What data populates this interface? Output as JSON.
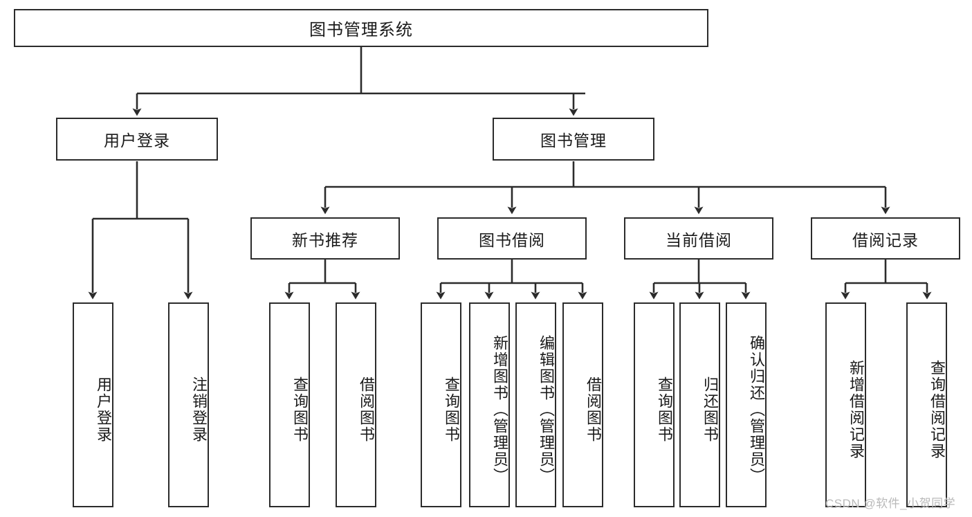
{
  "diagram": {
    "title": "图书管理系统",
    "type": "tree-hierarchy",
    "root": {
      "label": "图书管理系统"
    },
    "level2": [
      {
        "label": "用户登录"
      },
      {
        "label": "图书管理"
      }
    ],
    "level3": [
      {
        "label": "新书推荐"
      },
      {
        "label": "图书借阅"
      },
      {
        "label": "当前借阅"
      },
      {
        "label": "借阅记录"
      }
    ],
    "leaves": [
      {
        "label": "用户登录",
        "parent": "用户登录"
      },
      {
        "label": "注销登录",
        "parent": "用户登录"
      },
      {
        "label": "查询图书",
        "parent": "新书推荐"
      },
      {
        "label": "借阅图书",
        "parent": "新书推荐"
      },
      {
        "label": "查询图书",
        "parent": "图书借阅"
      },
      {
        "label": "新增图书（管理员）",
        "parent": "图书借阅"
      },
      {
        "label": "编辑图书（管理员）",
        "parent": "图书借阅"
      },
      {
        "label": "借阅图书",
        "parent": "图书借阅"
      },
      {
        "label": "查询图书",
        "parent": "当前借阅"
      },
      {
        "label": "归还图书",
        "parent": "当前借阅"
      },
      {
        "label": "确认归还（管理员）",
        "parent": "当前借阅"
      },
      {
        "label": "新增借阅记录",
        "parent": "借阅记录"
      },
      {
        "label": "查询借阅记录",
        "parent": "借阅记录"
      }
    ],
    "watermark": "CSDN @软件_小贺同学",
    "colors": {
      "stroke": "#2b2b2b",
      "fill": "#ffffff",
      "text": "#1a1a1a",
      "watermark": "#b9b9b9"
    }
  }
}
